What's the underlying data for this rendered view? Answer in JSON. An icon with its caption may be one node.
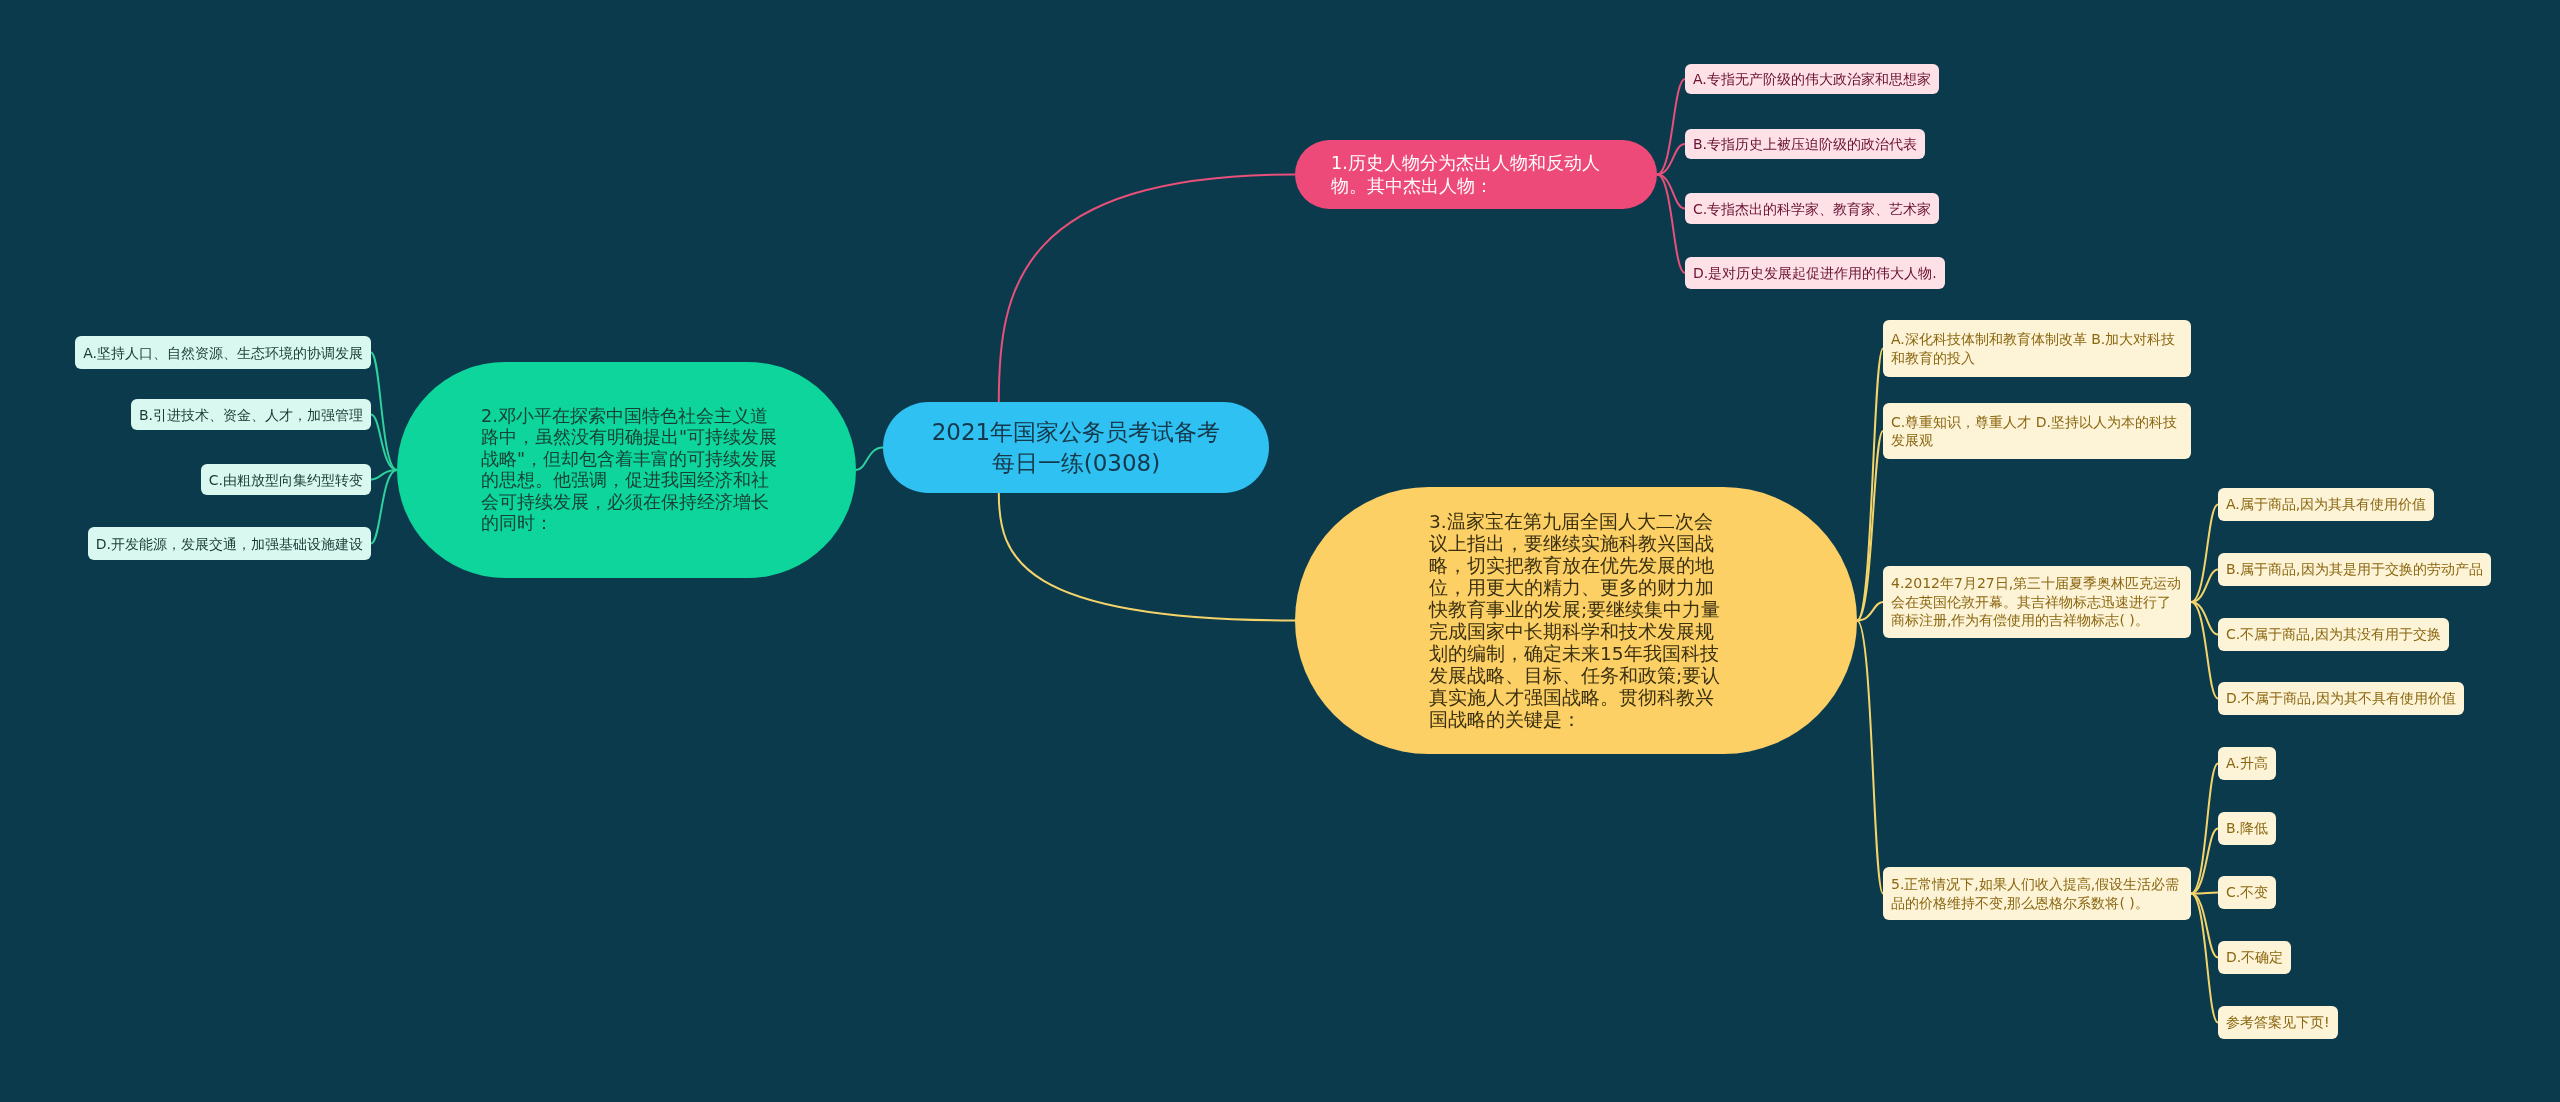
{
  "diagram": {
    "nodes": [
      {
        "text": [
          "2021年国家公务员考试备考每日一练(0308)"
        ]
      },
      {
        "text": [
          "1.历史人物分为杰出人物和反动人物。其中杰出人物："
        ]
      },
      {
        "text": [
          "A.专指无产阶级的伟大政治家和思想家"
        ]
      },
      {
        "text": [
          "B.专指历史上被压迫阶级的政治代表"
        ]
      },
      {
        "text": [
          "C.专指杰出的科学家、教育家、艺术家"
        ]
      },
      {
        "text": [
          "D.是对历史发展起促进作用的伟大人物."
        ]
      },
      {
        "text": [
          "2.邓小平在探索中国特色社会主义道路中，虽然没有明确提出\"可持续发展战略\"，但却包含着丰富的可持续发展的思想。他强调，促进我国经济和社会可持续发展，必须在保持经济增长的同时："
        ]
      },
      {
        "text": [
          "A.坚持人口、自然资源、生态环境的协调发展"
        ]
      },
      {
        "text": [
          "B.引进技术、资金、人才，加强管理"
        ]
      },
      {
        "text": [
          "C.由粗放型向集约型转变"
        ]
      },
      {
        "text": [
          "D.开发能源，发展交通，加强基础设施建设"
        ]
      },
      {
        "text": [
          "3.温家宝在第九届全国人大二次会议上指出，要继续实施科教兴国战略，切实把教育放在优先发展的地位，用更大的精力、更多的财力加快教育事业的发展;要继续集中力量完成国家中长期科学和技术发展规划的编制，确定未来15年我国科技发展战略、目标、任务和政策;要认真实施人才强国战略。贯彻科教兴国战略的关键是："
        ]
      },
      {
        "text": [
          "A.深化科技体制和教育体制改革 B.加大对科技和教育的投入"
        ]
      },
      {
        "text": [
          "C.尊重知识，尊重人才 D.坚持以人为本的科技发展观"
        ]
      },
      {
        "text": [
          "4.2012年7月27日,第三十届夏季奥林匹克运动会在英国伦敦开幕。其吉祥物标志迅速进行了商标注册,作为有偿使用的吉祥物标志( )。"
        ]
      },
      {
        "text": [
          "A.属于商品,因为其具有使用价值"
        ]
      },
      {
        "text": [
          "B.属于商品,因为其是用于交换的劳动产品"
        ]
      },
      {
        "text": [
          "C.不属于商品,因为其没有用于交换"
        ]
      },
      {
        "text": [
          "D.不属于商品,因为其不具有使用价值"
        ]
      },
      {
        "text": [
          "5.正常情况下,如果人们收入提高,假设生活必需品的价格维持不变,那么恩格尔系数将( )。"
        ]
      },
      {
        "text": [
          "A.升高"
        ]
      },
      {
        "text": [
          "B.降低"
        ]
      },
      {
        "text": [
          "C.不变"
        ]
      },
      {
        "text": [
          "D.不确定"
        ]
      },
      {
        "text": [
          "参考答案见下页!"
        ]
      }
    ],
    "edges": [
      {
        "from": 0,
        "to": 1,
        "arrow": "none",
        "color": "#e8507a"
      },
      {
        "from": 1,
        "to": 2,
        "arrow": "none",
        "color": "#e8507a"
      },
      {
        "from": 1,
        "to": 3,
        "arrow": "none",
        "color": "#e8507a"
      },
      {
        "from": 1,
        "to": 4,
        "arrow": "none",
        "color": "#e8507a"
      },
      {
        "from": 1,
        "to": 5,
        "arrow": "none",
        "color": "#e8507a"
      },
      {
        "from": 0,
        "to": 6,
        "arrow": "none",
        "color": "#2fd19c"
      },
      {
        "from": 6,
        "to": 7,
        "arrow": "none",
        "color": "#2fd19c"
      },
      {
        "from": 6,
        "to": 8,
        "arrow": "none",
        "color": "#2fd19c"
      },
      {
        "from": 6,
        "to": 9,
        "arrow": "none",
        "color": "#2fd19c"
      },
      {
        "from": 6,
        "to": 10,
        "arrow": "none",
        "color": "#2fd19c"
      },
      {
        "from": 0,
        "to": 11,
        "arrow": "none"
      },
      {
        "from": 11,
        "to": 12,
        "arrow": "none"
      },
      {
        "from": 11,
        "to": 13,
        "arrow": "none"
      },
      {
        "from": 11,
        "to": 14,
        "arrow": "none"
      },
      {
        "from": 14,
        "to": 15,
        "arrow": "none"
      },
      {
        "from": 14,
        "to": 16,
        "arrow": "none"
      },
      {
        "from": 14,
        "to": 17,
        "arrow": "none"
      },
      {
        "from": 14,
        "to": 18,
        "arrow": "none"
      },
      {
        "from": 11,
        "to": 19,
        "arrow": "none"
      },
      {
        "from": 19,
        "to": 20,
        "arrow": "none"
      },
      {
        "from": 19,
        "to": 21,
        "arrow": "none"
      },
      {
        "from": 19,
        "to": 22,
        "arrow": "none"
      },
      {
        "from": 19,
        "to": 23,
        "arrow": "none"
      },
      {
        "from": 19,
        "to": 24,
        "arrow": "none"
      }
    ]
  }
}
